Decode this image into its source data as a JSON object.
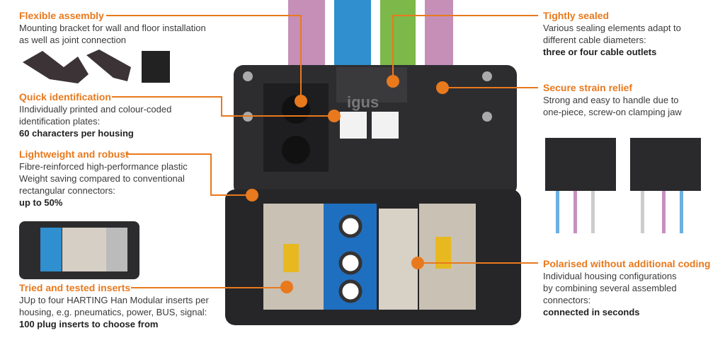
{
  "brand": "igus",
  "colors": {
    "accent": "#e8791d",
    "housing": "#2a2a2c"
  },
  "features": {
    "flexible": {
      "title": "Flexible assembly",
      "lines": [
        "Mounting bracket for wall and floor installation",
        "as well as joint connection"
      ]
    },
    "quick": {
      "title": "Quick identification",
      "lines": [
        "IIndividually printed and colour-coded",
        "identification plates:"
      ],
      "bold": "60 characters per housing"
    },
    "lightweight": {
      "title": "Lightweight and robust",
      "lines": [
        "Fibre-reinforced high-performance plastic",
        "Weight saving compared to conventional",
        "rectangular connectors:"
      ],
      "bold": "up to 50%"
    },
    "inserts": {
      "title": "Tried and tested inserts",
      "lines": [
        "JUp to four HARTING Han Modular inserts per",
        "housing, e.g. pneumatics, power, BUS, signal:"
      ],
      "bold": "100 plug inserts to choose from"
    },
    "sealed": {
      "title": "Tightly sealed",
      "lines": [
        "Various sealing elements adapt to",
        "different cable diameters:"
      ],
      "bold": "three or four cable outlets"
    },
    "strain": {
      "title": "Secure strain relief",
      "lines": [
        "Strong and easy to handle due to",
        "one-piece, screw-on clamping jaw"
      ]
    },
    "polarised": {
      "title": "Polarised without additional coding",
      "lines": [
        "Individual housing configurations",
        "by combining several assembled",
        "connectors:"
      ],
      "bold": "connected in seconds"
    }
  }
}
